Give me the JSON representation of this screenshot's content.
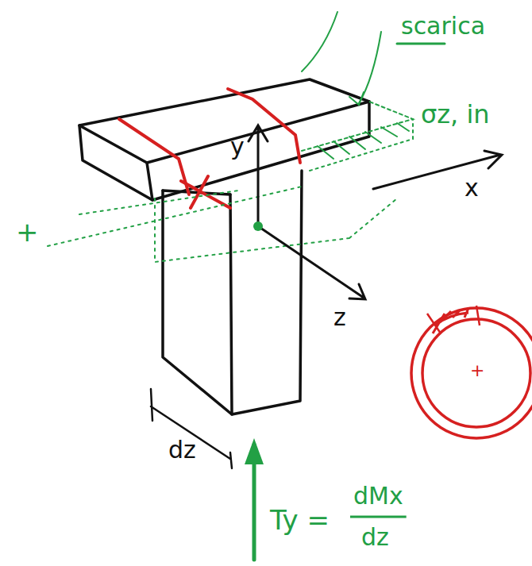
{
  "diagram": {
    "labels": [
      "scarica",
      "σz, in",
      "y",
      "x",
      "+",
      "z",
      "+",
      "dz",
      "Ty =",
      "dMx",
      "dz"
    ]
  }
}
